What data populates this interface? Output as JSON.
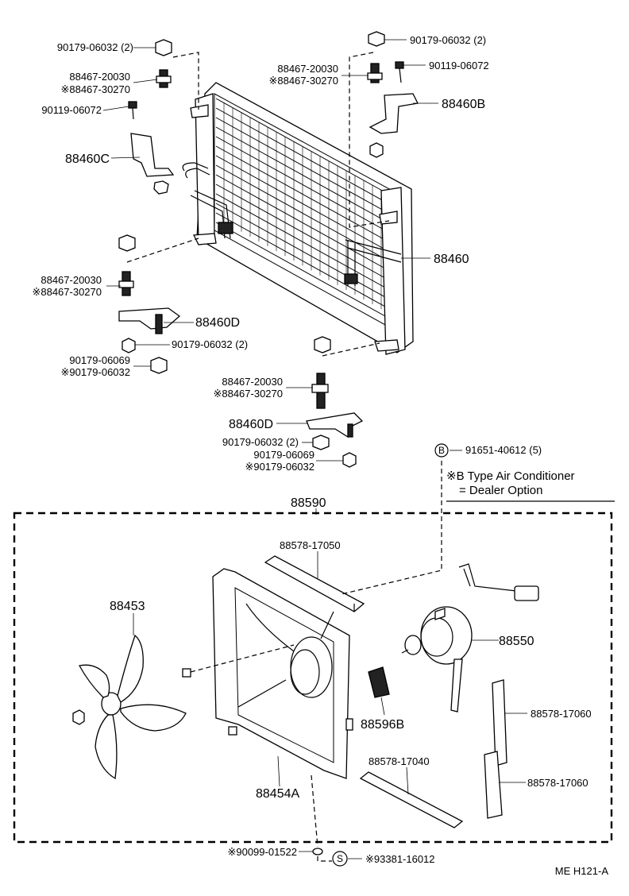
{
  "labels": {
    "nut_top_left": "90179-06032 (2)",
    "cushion_tl_a": "88467-20030",
    "cushion_tl_b": "※88467-30270",
    "bolt_left": "90119-06072",
    "bracket_c": "88460C",
    "nut_top_right": "90179-06032 (2)",
    "cushion_tr_a": "88467-20030",
    "cushion_tr_b": "※88467-30270",
    "bolt_right": "90119-06072",
    "bracket_b": "88460B",
    "condenser": "88460",
    "cushion_ml_a": "88467-20030",
    "cushion_ml_b": "※88467-30270",
    "bracket_d_left": "88460D",
    "nut_ml": "90179-06032 (2)",
    "nut_ml2_a": "90179-06069",
    "nut_ml2_b": "※90179-06032",
    "cushion_mr_a": "88467-20030",
    "cushion_mr_b": "※88467-30270",
    "bracket_d_right": "88460D",
    "nut_mr": "90179-06032 (2)",
    "nut_mr2_a": "90179-06069",
    "nut_mr2_b": "※90179-06032",
    "screw_b": "91651-40612 (5)",
    "note_line1": "※B Type  Air Conditioner",
    "note_line2": "= Dealer Option",
    "fan_assy": "88590",
    "seal_top": "88578-17050",
    "fan": "88453",
    "motor": "88550",
    "seal_side_1": "88578-17060",
    "pad": "88596B",
    "seal_bottom": "88578-17040",
    "seal_side_2": "88578-17060",
    "shroud": "88454A",
    "grommet": "※90099-01522",
    "screw_s": "※93381-16012",
    "footer": "ME  H121-A"
  },
  "symbols": {
    "circle_b": "B",
    "circle_s": "S"
  }
}
